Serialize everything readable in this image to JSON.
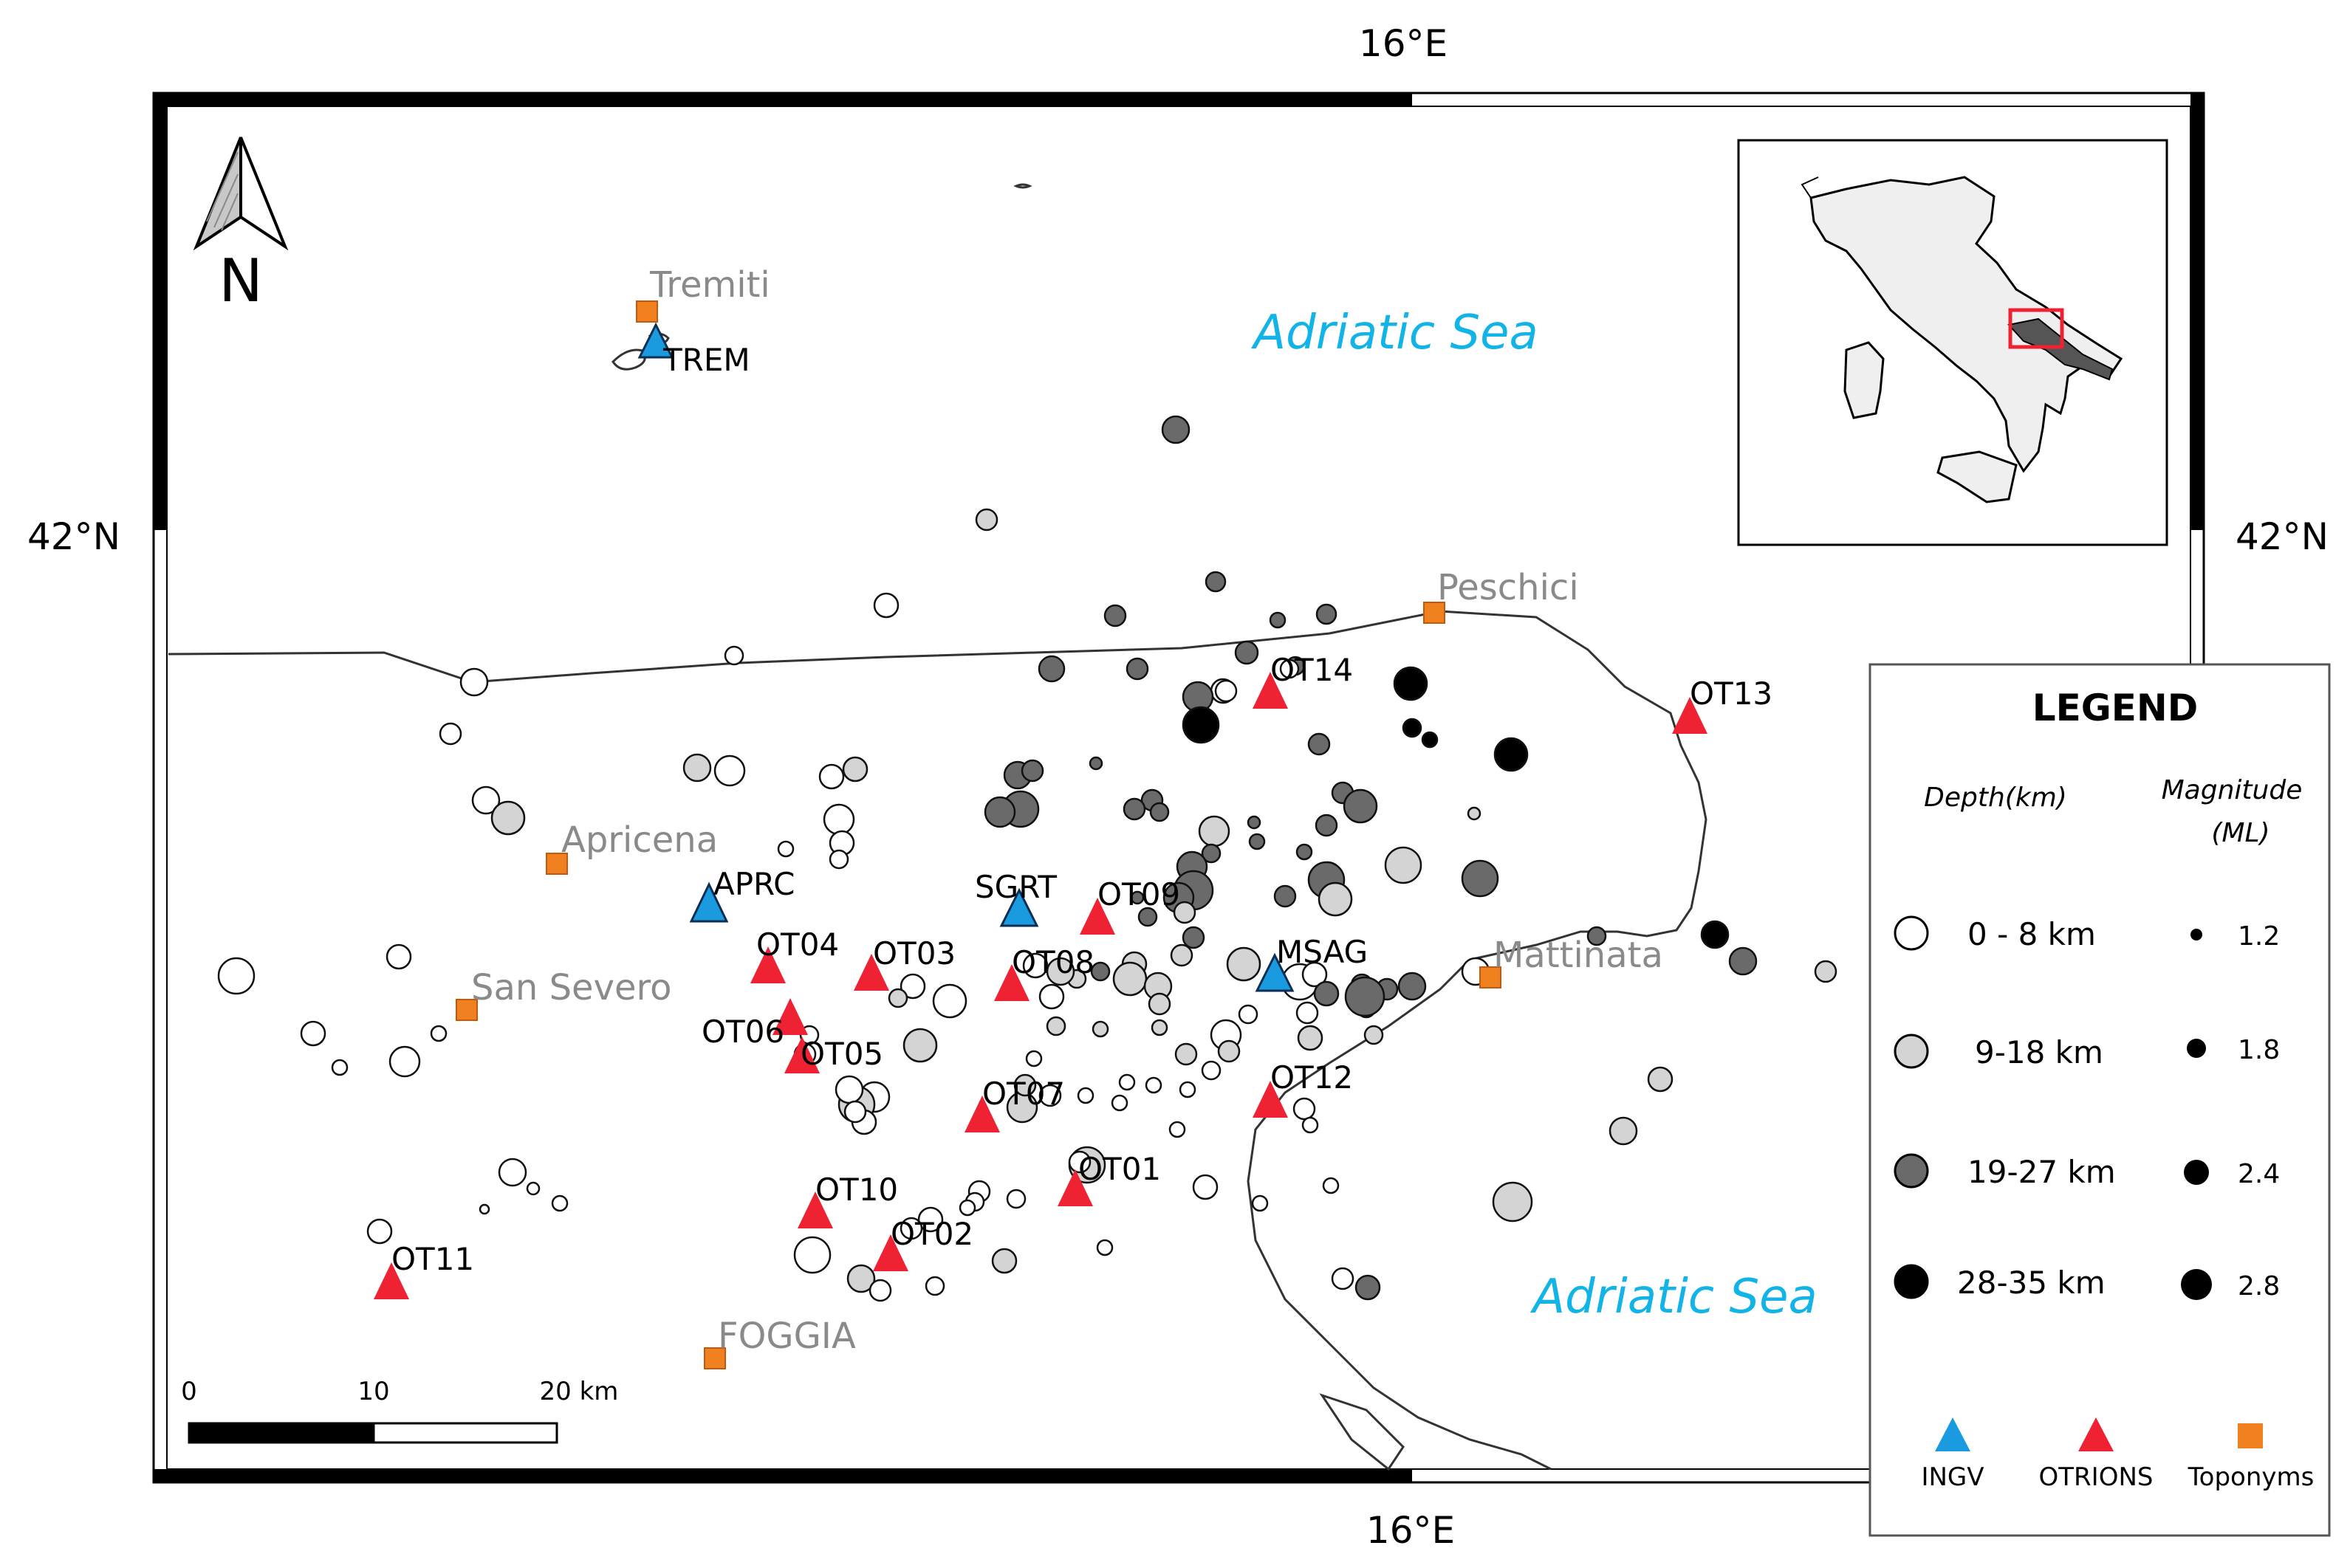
{
  "coordinates": {
    "lon_top": "16°E",
    "lon_bottom": "16°E",
    "lat_left": "42°N",
    "lat_right": "42°N"
  },
  "north_arrow": {
    "label": "N",
    "icon": "north-arrow-icon"
  },
  "seas": [
    {
      "label": "Adriatic Sea"
    },
    {
      "label": "Adriatic Sea"
    }
  ],
  "toponyms": [
    {
      "label": "Tremiti"
    },
    {
      "label": "Peschici"
    },
    {
      "label": "Apricena"
    },
    {
      "label": "San Severo"
    },
    {
      "label": "Mattinata"
    },
    {
      "label": "FOGGIA"
    }
  ],
  "ingv_stations": [
    {
      "label": "TREM"
    },
    {
      "label": "APRC"
    },
    {
      "label": "SGRT"
    },
    {
      "label": "MSAG"
    }
  ],
  "otrions_stations": [
    {
      "label": "OT01"
    },
    {
      "label": "OT02"
    },
    {
      "label": "OT03"
    },
    {
      "label": "OT04"
    },
    {
      "label": "OT05"
    },
    {
      "label": "OT06"
    },
    {
      "label": "OT07"
    },
    {
      "label": "OT08"
    },
    {
      "label": "OT09"
    },
    {
      "label": "OT10"
    },
    {
      "label": "OT11"
    },
    {
      "label": "OT12"
    },
    {
      "label": "OT13"
    },
    {
      "label": "OT14"
    }
  ],
  "scale_bar": {
    "tick_0": "0",
    "tick_10": "10",
    "tick_20": "20 km"
  },
  "legend": {
    "title": "LEGEND",
    "depth_header": "Depth(km)",
    "magnitude_header": "Magnitude",
    "magnitude_unit": "(ML)",
    "depth_classes": [
      {
        "label": "0 - 8 km",
        "color": "#ffffff"
      },
      {
        "label": "9-18 km",
        "color": "#d4d4d4"
      },
      {
        "label": "19-27 km",
        "color": "#6a6a6a"
      },
      {
        "label": "28-35 km",
        "color": "#000000"
      }
    ],
    "magnitude_classes": [
      {
        "label": "1.2",
        "value": 1.2
      },
      {
        "label": "1.8",
        "value": 1.8
      },
      {
        "label": "2.4",
        "value": 2.4
      },
      {
        "label": "2.8",
        "value": 2.8
      }
    ],
    "symbols": [
      {
        "label": "INGV",
        "color": "#1a9be0"
      },
      {
        "label": "OTRIONS",
        "color": "#ee2233"
      },
      {
        "label": "Toponyms",
        "color": "#f07f1e"
      }
    ]
  },
  "colors": {
    "ingv": "#1a9be0",
    "otrions": "#ee2233",
    "toponym": "#f07f1e",
    "sea_label": "#12b3e6",
    "inset_highlight": "#ee2233"
  }
}
